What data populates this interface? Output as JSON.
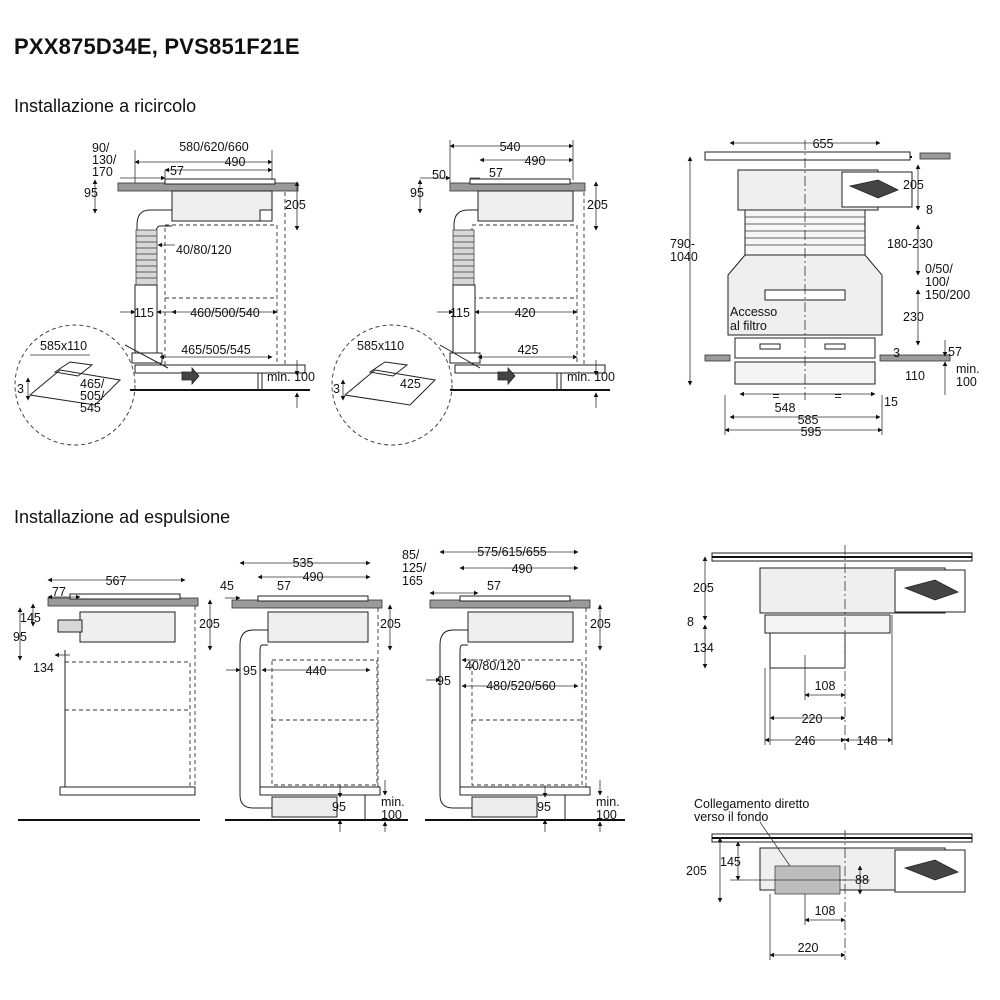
{
  "title": "PXX875D34E, PVS851F21E",
  "sections": {
    "recirc": "Installazione a ricircolo",
    "exhaust": "Installazione ad espulsione"
  },
  "recirc": {
    "d1": {
      "top_left": [
        "90/",
        "130/",
        "170"
      ],
      "width_total": "580/620/660",
      "width_inner": "490",
      "offset": "57",
      "height_left": "95",
      "height_right": "205",
      "depth_var": "40/80/120",
      "pipe": "115",
      "span": "460/500/540",
      "base_span": "465/505/545",
      "min": "min. 100",
      "detail_cutout": "585x110",
      "detail_depth": [
        "465/",
        "505/",
        "545"
      ],
      "detail_small": "3"
    },
    "d2": {
      "width_total": "540",
      "width_inner": "490",
      "offset_a": "50",
      "offset_b": "57",
      "height_left": "95",
      "height_right": "205",
      "pipe": "115",
      "span": "420",
      "base_span": "425",
      "min": "min. 100",
      "detail_cutout": "585x110",
      "detail_depth": "425",
      "detail_small": "3"
    },
    "d3": {
      "width_top": "655",
      "height_total": [
        "790-",
        "1040"
      ],
      "h205": "205",
      "h8": "8",
      "h180": "180-230",
      "h_var": [
        "0/50/",
        "100/",
        "150/200"
      ],
      "h230": "230",
      "access": [
        "Accesso",
        "al filtro"
      ],
      "h3": "3",
      "h57": "57",
      "h110": "110",
      "min": [
        "min.",
        "100"
      ],
      "w548": "548",
      "w585": "585",
      "w595": "595",
      "w15": "15",
      "eq": "="
    }
  },
  "exhaust": {
    "d1": {
      "width": "567",
      "offset": "77",
      "h145": "145",
      "h95": "95",
      "h205": "205",
      "h134": "134"
    },
    "d2": {
      "width_total": "535",
      "width_inner": "490",
      "offset_a": "45",
      "offset_b": "57",
      "h205": "205",
      "pipe": "95",
      "span": "440",
      "bottom": "95",
      "min": [
        "min.",
        "100"
      ]
    },
    "d3": {
      "top_left": [
        "85/",
        "125/",
        "165"
      ],
      "width_total": "575/615/655",
      "width_inner": "490",
      "offset": "57",
      "h205": "205",
      "depth_var": "40/80/120",
      "pipe": "95",
      "span": "480/520/560",
      "bottom": "95",
      "min": [
        "min.",
        "100"
      ]
    },
    "d4": {
      "h205": "205",
      "h8": "8",
      "h134": "134",
      "w108": "108",
      "w220": "220",
      "w246": "246",
      "w148": "148"
    },
    "d5": {
      "label": [
        "Collegamento diretto",
        "verso il fondo"
      ],
      "h205": "205",
      "h145": "145",
      "h88": "88",
      "w108": "108",
      "w220": "220"
    }
  }
}
